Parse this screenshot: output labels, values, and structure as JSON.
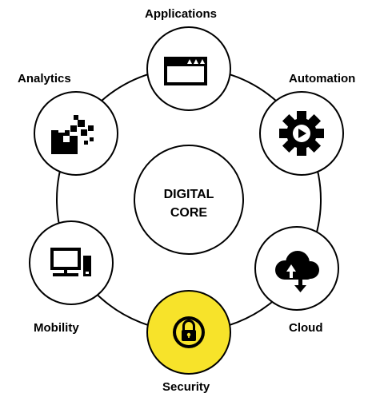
{
  "core": {
    "line1": "DIGITAL",
    "line2": "CORE"
  },
  "nodes": [
    {
      "label": "Applications",
      "icon": "browser-window-icon",
      "highlighted": false
    },
    {
      "label": "Automation",
      "icon": "gear-play-icon",
      "highlighted": false
    },
    {
      "label": "Cloud",
      "icon": "cloud-upload-download-icon",
      "highlighted": false
    },
    {
      "label": "Security",
      "icon": "padlock-icon",
      "highlighted": true
    },
    {
      "label": "Mobility",
      "icon": "desktop-phone-icon",
      "highlighted": false
    },
    {
      "label": "Analytics",
      "icon": "pixel-data-icon",
      "highlighted": false
    }
  ],
  "colors": {
    "highlight": "#F7E32A",
    "stroke": "#000000",
    "background": "#FFFFFF"
  }
}
